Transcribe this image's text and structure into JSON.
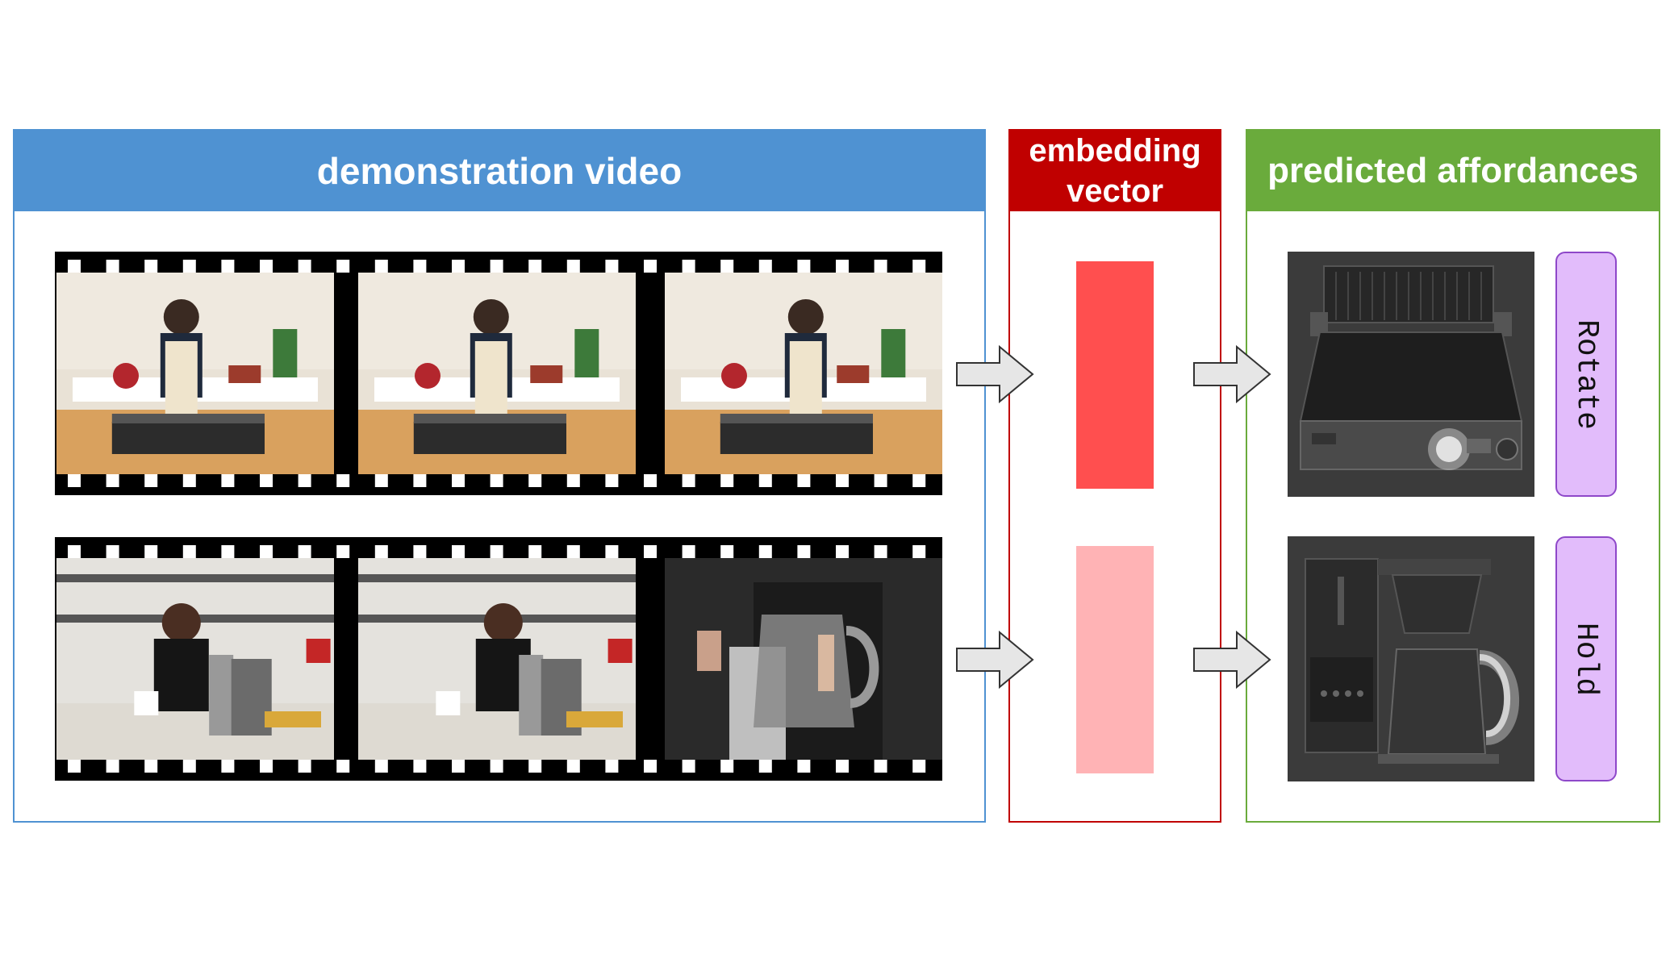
{
  "panels": {
    "video": {
      "title": "demonstration video",
      "header_color": "#4f92d2",
      "border_color": "#4f92d2"
    },
    "embedding": {
      "title_line1": "embedding",
      "title_line2": "vector",
      "header_color": "#c00000",
      "border_color": "#c00000"
    },
    "affordances": {
      "title": "predicted affordances",
      "header_color": "#6aab3c",
      "border_color": "#6aab3c"
    }
  },
  "rows": [
    {
      "filmstrip": "grill-demo-frames",
      "embedding_color": "#ff4f4f",
      "product": "contact-grill",
      "action": "Rotate"
    },
    {
      "filmstrip": "coffee-maker-demo-frames",
      "embedding_color": "#ffb3b5",
      "product": "coffee-maker",
      "action": "Hold"
    }
  ]
}
